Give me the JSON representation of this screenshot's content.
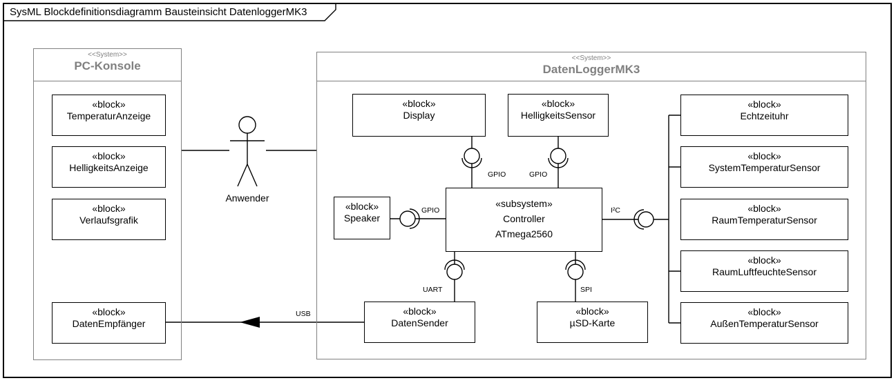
{
  "diagram": {
    "title": "SysML Blockdefinitionsdiagramm Bausteinsicht DatenloggerMK3",
    "colors": {
      "frame": "#000000",
      "container_border": "#808080",
      "header_text": "#808080",
      "block_border": "#000000",
      "text": "#000000",
      "background": "#ffffff"
    }
  },
  "actor": {
    "name": "Anwender"
  },
  "pc_konsole": {
    "stereotype": "<<System>>",
    "name": "PC-Konsole",
    "blocks": [
      {
        "stereotype": "«block»",
        "name": "TemperaturAnzeige"
      },
      {
        "stereotype": "«block»",
        "name": "HelligkeitsAnzeige"
      },
      {
        "stereotype": "«block»",
        "name": "Verlaufsgrafik"
      },
      {
        "stereotype": "«block»",
        "name": "DatenEmpfänger"
      }
    ]
  },
  "datenlogger": {
    "stereotype": "<<System>>",
    "name": "DatenLoggerMK3",
    "display": {
      "stereotype": "«block»",
      "name": "Display"
    },
    "helligkeitssensor": {
      "stereotype": "«block»",
      "name": "HelligkeitsSensor"
    },
    "speaker": {
      "stereotype": "«block»",
      "name": "Speaker"
    },
    "controller": {
      "stereotype": "«subsystem»",
      "name": "Controller",
      "type": "ATmega2560"
    },
    "datensender": {
      "stereotype": "«block»",
      "name": "DatenSender"
    },
    "sdkarte": {
      "stereotype": "«block»",
      "name": "µSD-Karte"
    },
    "sensors": [
      {
        "stereotype": "«block»",
        "name": "Echtzeituhr"
      },
      {
        "stereotype": "«block»",
        "name": "SystemTemperaturSensor"
      },
      {
        "stereotype": "«block»",
        "name": "RaumTemperaturSensor"
      },
      {
        "stereotype": "«block»",
        "name": "RaumLuftfeuchteSensor"
      },
      {
        "stereotype": "«block»",
        "name": "AußenTemperaturSensor"
      }
    ]
  },
  "connections": {
    "gpio_display": "GPIO",
    "gpio_helligkeit": "GPIO",
    "gpio_speaker": "GPIO",
    "i2c": "I²C",
    "uart": "UART",
    "spi": "SPI",
    "usb": "USB"
  }
}
